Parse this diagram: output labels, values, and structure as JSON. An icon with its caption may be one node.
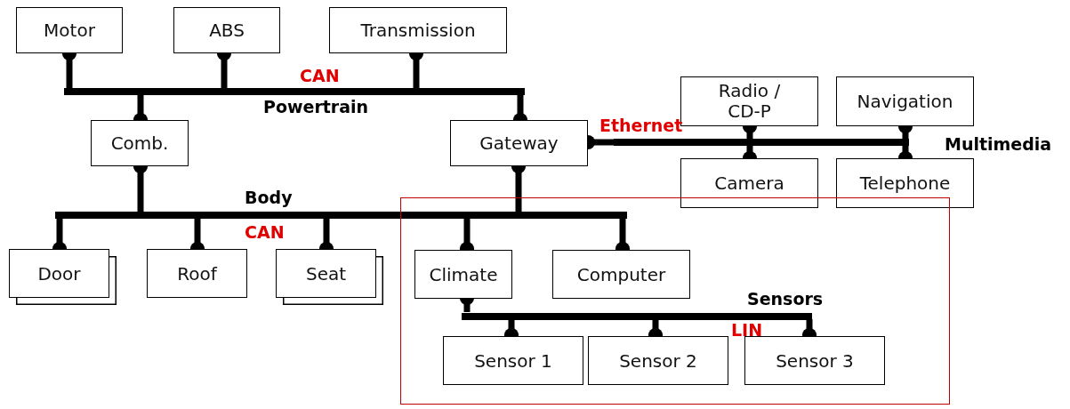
{
  "diagram": {
    "nodes": [
      {
        "text": [
          "Motor"
        ]
      },
      {
        "text": [
          "ABS"
        ]
      },
      {
        "text": [
          "Transmission"
        ]
      },
      {
        "text": [],
        "shape": "bar",
        "beside": [
          "CAN",
          "Powertrain"
        ]
      },
      {
        "text": [
          "Radio / CD-P"
        ]
      },
      {
        "text": [
          "Navigation"
        ]
      },
      {
        "text": [
          "Comb."
        ]
      },
      {
        "text": [
          "Gateway"
        ]
      },
      {
        "text": [],
        "shape": "bar",
        "beside": [
          "Ethernet"
        ]
      },
      {
        "text": [
          "Camera"
        ]
      },
      {
        "text": [
          "Telephone"
        ]
      },
      {
        "text": [],
        "shape": "bar",
        "beside": [
          "Body",
          "CAN"
        ]
      },
      {
        "text": [
          "Door"
        ]
      },
      {
        "text": [
          "Roof"
        ]
      },
      {
        "text": [
          "Seat"
        ]
      },
      {
        "text": [],
        "shape": "box"
      },
      {
        "text": [
          "Climate"
        ],
        "in": 15
      },
      {
        "text": [
          "Computer"
        ],
        "in": 15
      },
      {
        "text": [],
        "shape": "bar",
        "beside": [
          "Sensors",
          "LIN"
        ],
        "in": 15
      },
      {
        "text": [
          "Sensor 1"
        ],
        "in": 15
      },
      {
        "text": [
          "Sensor 2"
        ],
        "in": 15
      },
      {
        "text": [
          "Sensor 3"
        ],
        "in": 15
      }
    ],
    "edges": [
      {
        "from": 0,
        "to": 3,
        "arrow": "other"
      },
      {
        "from": 1,
        "to": 3,
        "arrow": "other"
      },
      {
        "from": 2,
        "to": 3,
        "arrow": "other"
      },
      {
        "from": 6,
        "to": 3,
        "arrow": "other"
      },
      {
        "from": 7,
        "to": 3,
        "arrow": "other"
      },
      {
        "from": 7,
        "to": 8,
        "arrow": "other"
      },
      {
        "from": 4,
        "to": 8,
        "arrow": "other"
      },
      {
        "from": 9,
        "to": 8,
        "arrow": "other"
      },
      {
        "from": 5,
        "to": 8,
        "arrow": "other"
      },
      {
        "from": 10,
        "to": 8,
        "arrow": "other"
      },
      {
        "from": 6,
        "to": 11,
        "arrow": "other"
      },
      {
        "from": 7,
        "to": 11,
        "arrow": "other"
      },
      {
        "from": 12,
        "to": 11,
        "arrow": "other"
      },
      {
        "from": 13,
        "to": 11,
        "arrow": "other"
      },
      {
        "from": 14,
        "to": 11,
        "arrow": "other"
      },
      {
        "from": 16,
        "to": 11,
        "arrow": "other"
      },
      {
        "from": 17,
        "to": 11,
        "arrow": "other"
      },
      {
        "from": 16,
        "to": 18,
        "arrow": "other"
      },
      {
        "from": 19,
        "to": 18,
        "arrow": "other"
      },
      {
        "from": 20,
        "to": 18,
        "arrow": "other"
      },
      {
        "from": 21,
        "to": 18,
        "arrow": "other"
      }
    ],
    "labels": [
      "Multimedia"
    ]
  }
}
